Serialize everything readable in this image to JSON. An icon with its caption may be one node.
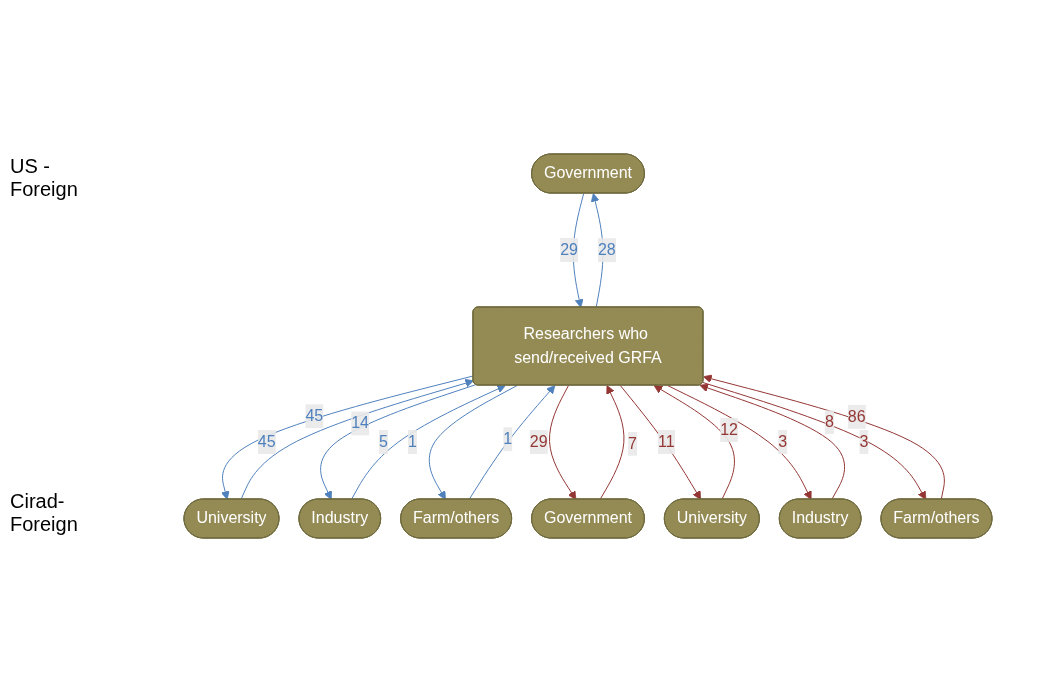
{
  "diagram": {
    "nodes": [
      {
        "text": [
          "Government"
        ]
      },
      {
        "text": [
          "University"
        ]
      },
      {
        "text": [
          "Industry"
        ]
      },
      {
        "text": [
          "Farm/others"
        ]
      },
      {
        "text": [
          "Researchers who send/received GRFA"
        ]
      },
      {
        "text": [
          "Government"
        ]
      },
      {
        "text": [
          "University"
        ]
      },
      {
        "text": [
          "Industry"
        ]
      },
      {
        "text": [
          "Farm/others"
        ]
      }
    ],
    "edges": [
      {
        "from": 0,
        "to": 4,
        "arrow": "to",
        "label": "29",
        "color": "#4f81bd"
      },
      {
        "from": 4,
        "to": 0,
        "arrow": "to",
        "label": "28",
        "color": "#4f81bd"
      },
      {
        "from": 1,
        "to": 4,
        "arrow": "to",
        "label": "45",
        "color": "#4f81bd"
      },
      {
        "from": 4,
        "to": 1,
        "arrow": "to",
        "label": "45",
        "color": "#4f81bd"
      },
      {
        "from": 2,
        "to": 4,
        "arrow": "to",
        "label": "5",
        "color": "#4f81bd"
      },
      {
        "from": 4,
        "to": 2,
        "arrow": "to",
        "label": "14",
        "color": "#4f81bd"
      },
      {
        "from": 3,
        "to": 4,
        "arrow": "to",
        "label": "1",
        "color": "#4f81bd"
      },
      {
        "from": 4,
        "to": 3,
        "arrow": "to",
        "label": "1",
        "color": "#4f81bd"
      },
      {
        "from": 4,
        "to": 5,
        "arrow": "to",
        "label": "29",
        "color": "#943634"
      },
      {
        "from": 5,
        "to": 4,
        "arrow": "to",
        "label": "7",
        "color": "#943634"
      },
      {
        "from": 4,
        "to": 6,
        "arrow": "to",
        "label": "11",
        "color": "#943634"
      },
      {
        "from": 6,
        "to": 4,
        "arrow": "to",
        "label": "12",
        "color": "#943634"
      },
      {
        "from": 4,
        "to": 7,
        "arrow": "to",
        "label": "3",
        "color": "#943634"
      },
      {
        "from": 7,
        "to": 4,
        "arrow": "to",
        "label": "3",
        "color": "#943634"
      },
      {
        "from": 4,
        "to": 8,
        "arrow": "to",
        "label": "8",
        "color": "#943634"
      },
      {
        "from": 8,
        "to": 4,
        "arrow": "to",
        "label": "86",
        "color": "#943634"
      }
    ],
    "labels": [
      "US - Foreign",
      "Cirad-Foreign"
    ]
  }
}
